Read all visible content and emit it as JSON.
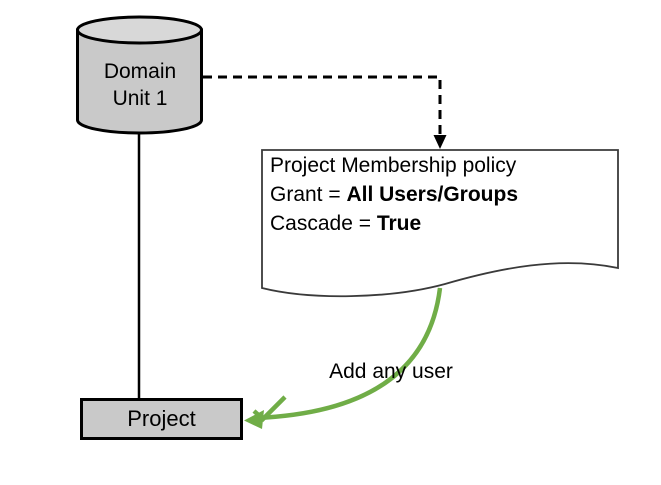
{
  "colors": {
    "green": "#70AD47",
    "shape_fill": "#C9C9C9",
    "shape_fill_light": "#D8D8D8",
    "stroke": "#000000",
    "note_border": "#3A3A3A"
  },
  "diagram": {
    "domain_unit": {
      "line1": "Domain",
      "line2": "Unit 1"
    },
    "policy_note": {
      "title": "Project Membership policy",
      "grant_label": "Grant = ",
      "grant_value": "All Users/Groups",
      "cascade_label": "Cascade = ",
      "cascade_value": "True"
    },
    "project": {
      "label": "Project"
    },
    "green_arrow": {
      "label": "Add any user"
    }
  }
}
